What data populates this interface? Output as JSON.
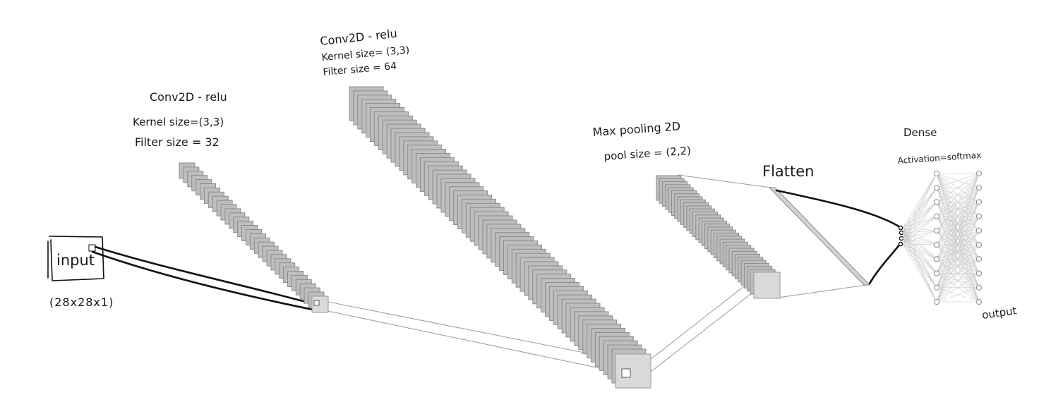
{
  "labels": {
    "input": "input",
    "input_shape": "(28x28x1)",
    "conv1_title": "Conv2D - relu",
    "conv1_kernel": "Kernel size=(3,3)",
    "conv1_filter": "Filter size = 32",
    "conv2_title": "Conv2D - relu",
    "conv2_kernel": "Kernel size= (3,3)",
    "conv2_filter": "Filter size = 64",
    "pool_title": "Max pooling 2D",
    "pool_size": "pool size = (2,2)",
    "flatten": "Flatten",
    "dense_title": "Dense",
    "dense_activation": "Activation=softmax",
    "output": "output"
  },
  "layers": {
    "conv1_filters": 32,
    "conv2_filters": 64,
    "pool_maps": 32,
    "dense_input_nodes": 10,
    "dense_output_nodes": 10
  },
  "colors": {
    "feature_map_fill": "#bdbdbd",
    "feature_map_stroke": "#8c8c8c",
    "ink": "#111111"
  }
}
